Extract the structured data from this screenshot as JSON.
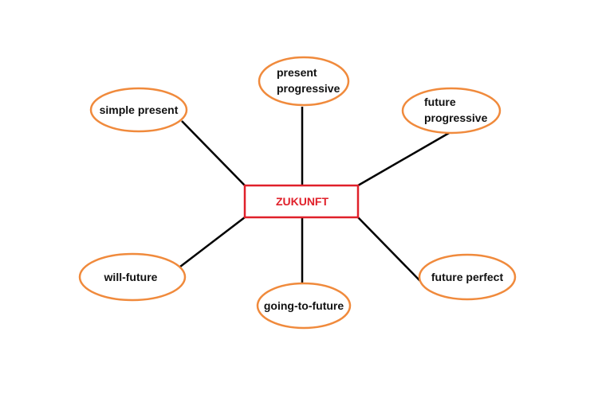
{
  "diagram": {
    "center": {
      "label": "ZUKUNFT"
    },
    "nodes": [
      {
        "id": "present-progressive",
        "lines": [
          "present",
          "progressive"
        ]
      },
      {
        "id": "simple-present",
        "lines": [
          "simple present"
        ]
      },
      {
        "id": "future-progressive",
        "lines": [
          "future",
          "progressive"
        ]
      },
      {
        "id": "will-future",
        "lines": [
          "will-future"
        ]
      },
      {
        "id": "going-to-future",
        "lines": [
          "going-to-future"
        ]
      },
      {
        "id": "future-perfect",
        "lines": [
          "future perfect"
        ]
      }
    ]
  },
  "colors": {
    "node_border": "#f08a3c",
    "center_border": "#e0202a",
    "center_text": "#e0202a",
    "connector": "#000000"
  }
}
